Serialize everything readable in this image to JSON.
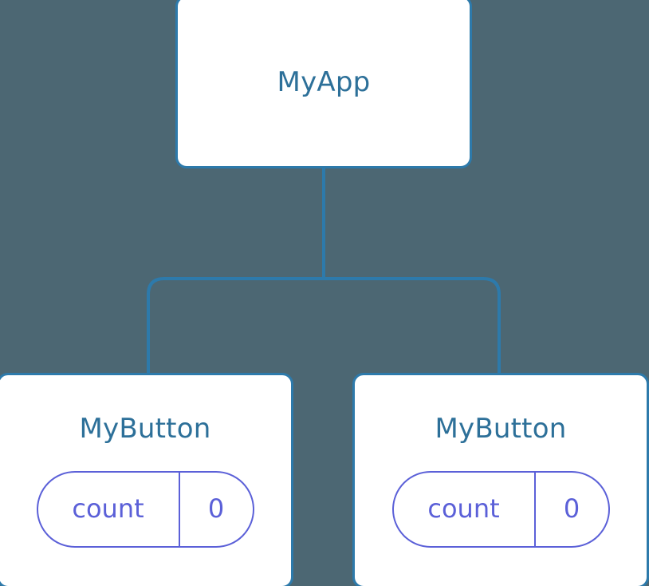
{
  "diagram": {
    "type": "component-tree",
    "background_color": "#4c6773",
    "node_border_color": "#2d7aab",
    "node_title_color": "#2d7099",
    "pill_color": "#5b60d8",
    "connector_color": "#2d7aab"
  },
  "root": {
    "title": "MyApp"
  },
  "children": [
    {
      "title": "MyButton",
      "state": {
        "key": "count",
        "value": "0"
      }
    },
    {
      "title": "MyButton",
      "state": {
        "key": "count",
        "value": "0"
      }
    }
  ]
}
